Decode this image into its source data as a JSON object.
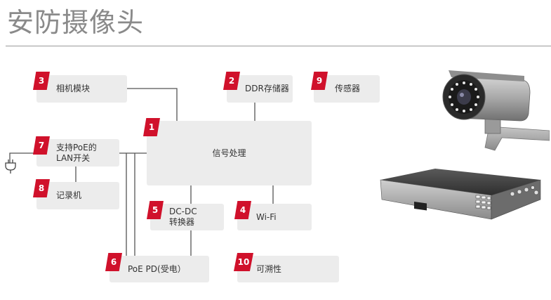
{
  "header": {
    "title": "安防摄像头"
  },
  "blocks": [
    {
      "id": "camera-module",
      "num": "3",
      "label": "相机模块"
    },
    {
      "id": "ddr-storage",
      "num": "2",
      "label": "DDR存储器"
    },
    {
      "id": "sensor",
      "num": "9",
      "label": "传感器"
    },
    {
      "id": "signal-processing",
      "num": "1",
      "label": "信号处理"
    },
    {
      "id": "poe-lan-switch",
      "num": "7",
      "label_line1": "支持PoE的",
      "label_line2": "LAN开关"
    },
    {
      "id": "recorder",
      "num": "8",
      "label": "记录机"
    },
    {
      "id": "dcdc-converter",
      "num": "5",
      "label_line1": "DC-DC",
      "label_line2": "转换器"
    },
    {
      "id": "wifi",
      "num": "4",
      "label": "Wi-Fi"
    },
    {
      "id": "poe-pd",
      "num": "6",
      "label": "PoE PD(受电）"
    },
    {
      "id": "traceability",
      "num": "10",
      "label": "可溯性"
    }
  ],
  "icons": {
    "plug": "power-plug-icon",
    "camera": "security-camera-icon",
    "dvr": "dvr-recorder-icon"
  },
  "colors": {
    "tag": "#d0112b",
    "box": "#ececec",
    "wire": "#555555",
    "title": "#8a8a8a"
  }
}
